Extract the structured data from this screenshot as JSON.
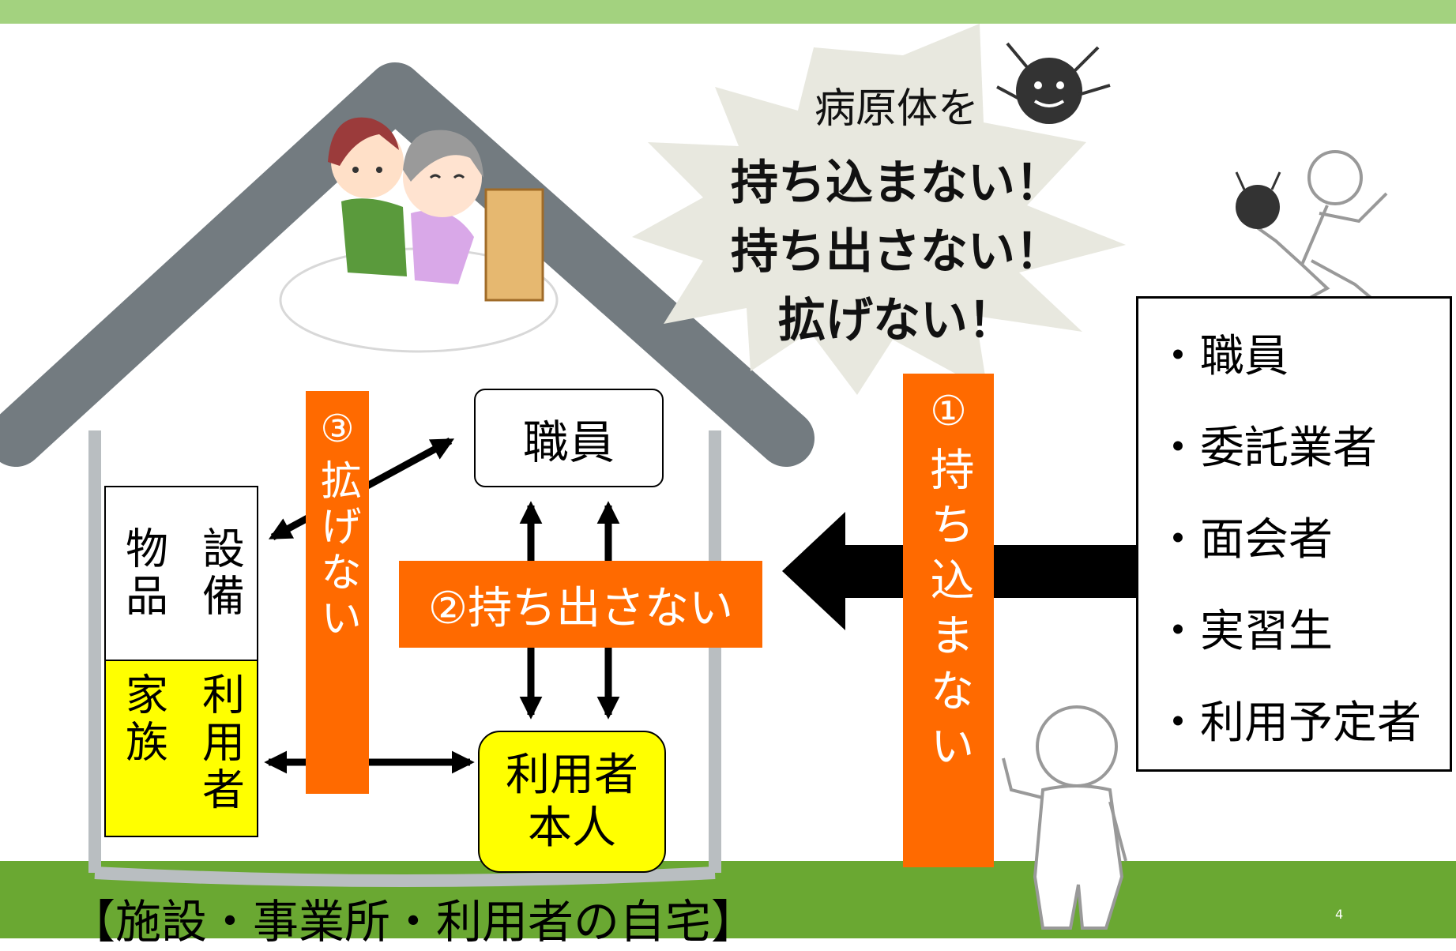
{
  "burst": {
    "line1": "病原体を",
    "line2": "持ち込まない！",
    "line3": "持ち出さない！",
    "line4": "拡げない！"
  },
  "nodes": {
    "staff": "職員",
    "facility_col1": "設備",
    "facility_col2": "物品",
    "users_col1": "利用者",
    "users_col2": "家族",
    "user_self": "利用者\n本人"
  },
  "labels": {
    "no_bring_in_num": "①",
    "no_bring_in": "持ち込まない",
    "no_take_out": "②持ち出さない",
    "no_spread_num": "③",
    "no_spread": "拡げない"
  },
  "visitors": [
    "・職員",
    "・委託業者",
    "・面会者",
    "・実習生",
    "・利用予定者"
  ],
  "footer": {
    "caption": "【施設・事業所・利用者の自宅】",
    "page_number": "4"
  },
  "colors": {
    "orange": "#ff6a00",
    "yellow": "#ffff00",
    "house_gray": "#737b80",
    "green_band": "#6aa832",
    "burst_fill": "#e8e8df"
  }
}
